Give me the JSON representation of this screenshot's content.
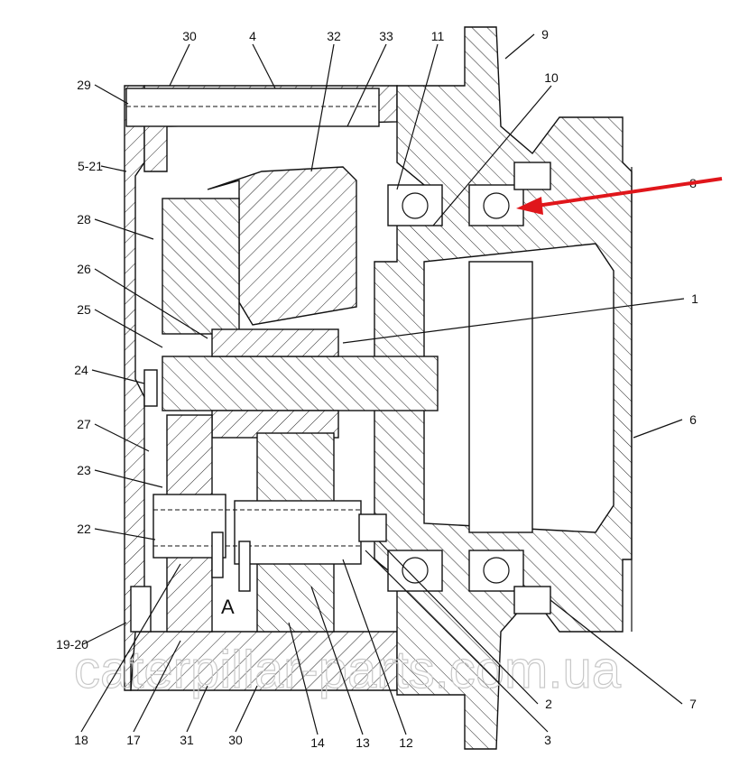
{
  "diagram": {
    "section_mark": "A",
    "watermark": "caterpillar-parts.com.ua",
    "highlight_color": "#e0161b",
    "highlighted_part": "8",
    "labels": [
      "30",
      "4",
      "32",
      "33",
      "11",
      "9",
      "10",
      "29",
      "5-21",
      "8",
      "28",
      "26",
      "1",
      "25",
      "24",
      "6",
      "27",
      "23",
      "22",
      "19-20",
      "7",
      "18",
      "17",
      "31",
      "30",
      "14",
      "13",
      "12",
      "2",
      "3"
    ]
  }
}
